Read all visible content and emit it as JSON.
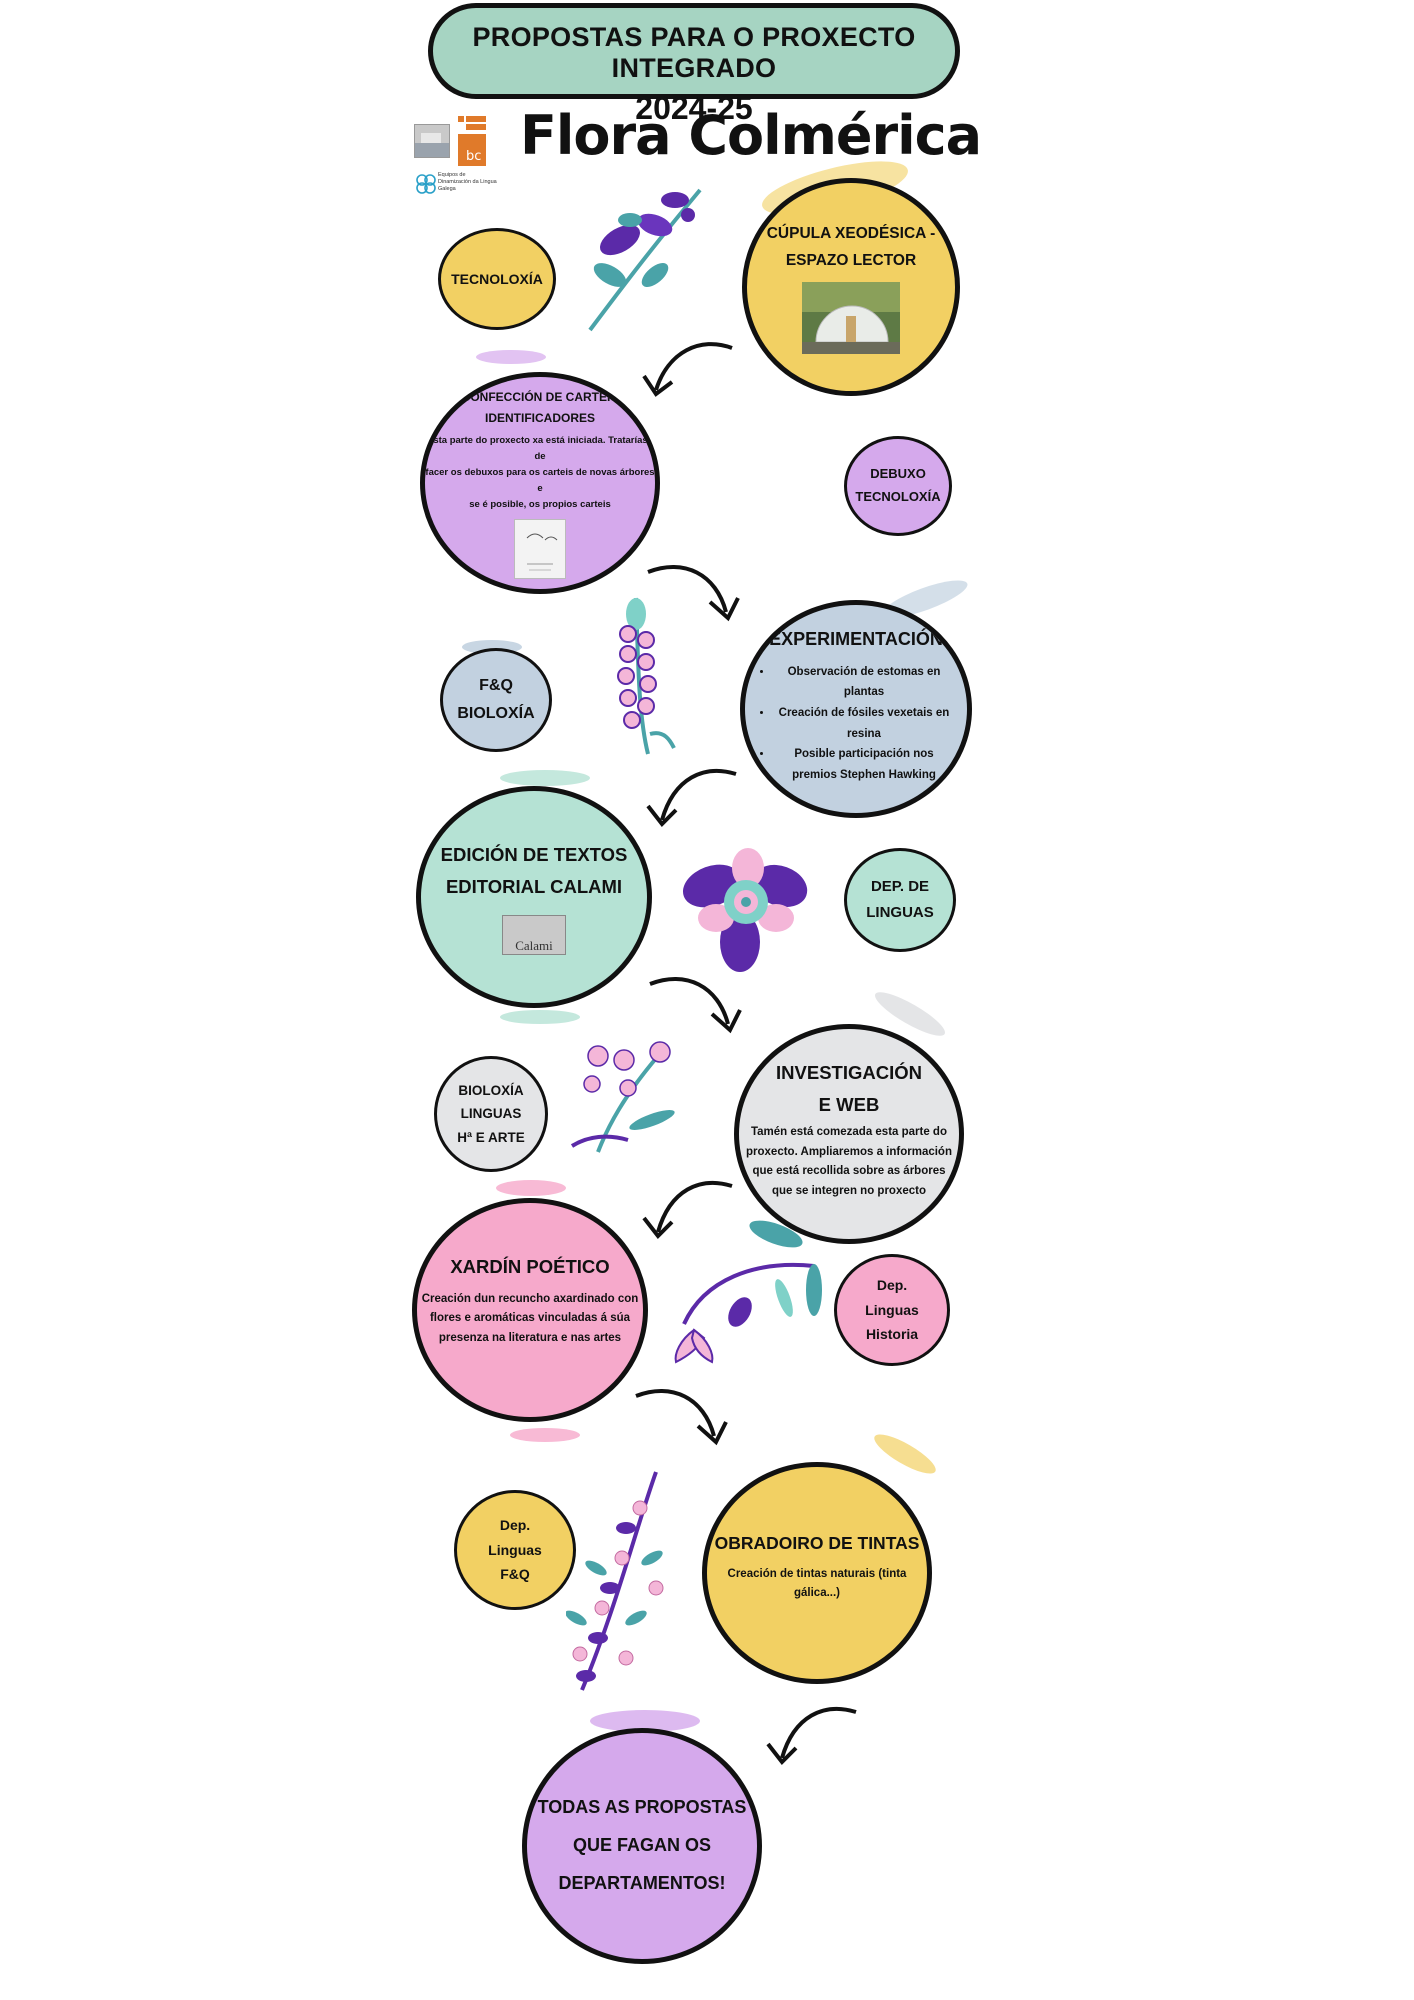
{
  "header": {
    "title_line1": "PROPOSTAS PARA O PROXECTO INTEGRADO",
    "title_line2": "2024-25",
    "project_name": "Flora Colmérica"
  },
  "logos": {
    "edlg_text": "Equipos de Dinamización da Lingua Galega",
    "bec_text": "bc"
  },
  "nodes": {
    "cupula": {
      "title_l1": "CÚPULA XEODÉSICA -",
      "title_l2": "ESPAZO LECTOR"
    },
    "tecnoloxia": {
      "label": "TECNOLOXÍA"
    },
    "carteis": {
      "title_l1": "CONFECCIÓN DE CARTEIS",
      "title_l2": "IDENTIFICADORES",
      "desc_l1": "Esta parte do proxecto xa está iniciada. Trataríase de",
      "desc_l2": "facer os debuxos para os carteis de novas árbores e",
      "desc_l3": "se é posible, os propios carteis"
    },
    "debuxo": {
      "l1": "DEBUXO",
      "l2": "TECNOLOXÍA"
    },
    "experimentacion": {
      "title": "EXPERIMENTACIÓN",
      "items": [
        "Observación de estomas en plantas",
        "Creación de fósiles vexetais  en resina",
        "Posible participación nos premios Stephen Hawking"
      ]
    },
    "fq_bio": {
      "l1": "F&Q",
      "l2": "BIOLOXÍA"
    },
    "edicion": {
      "title_l1": "EDICIÓN DE TEXTOS",
      "title_l2": "EDITORIAL CALAMI",
      "logo_text": "Calami"
    },
    "dep_linguas": {
      "l1": "DEP. DE",
      "l2": "LINGUAS"
    },
    "investigacion": {
      "title_l1": "INVESTIGACIÓN",
      "title_l2": "E WEB",
      "desc_l1": "Tamén está comezada esta parte do",
      "desc_l2": "proxecto. Ampliaremos a información",
      "desc_l3": "que está recollida sobre as árbores",
      "desc_l4": "que se integren no proxecto"
    },
    "bio_linguas_arte": {
      "l1": "BIOLOXÍA",
      "l2": "LINGUAS",
      "l3": "Hª E ARTE"
    },
    "xardin": {
      "title": "XARDÍN POÉTICO",
      "desc_l1": "Creación dun recuncho axardinado con",
      "desc_l2": "flores e aromáticas vinculadas á súa",
      "desc_l3": "presenza na literatura e nas artes"
    },
    "dep_linguas_historia": {
      "l1": "Dep.",
      "l2": "Linguas",
      "l3": "Historia"
    },
    "obradoiro": {
      "title": "OBRADOIRO DE TINTAS",
      "desc_l1": "Creación de tintas naturais (tinta",
      "desc_l2": "gálica...)"
    },
    "dep_linguas_fq": {
      "l1": "Dep.",
      "l2": "Linguas",
      "l3": "F&Q"
    },
    "todas": {
      "l1": "TODAS AS PROPOSTAS",
      "l2": "QUE FAGAN OS",
      "l3": "DEPARTAMENTOS!"
    }
  },
  "colors": {
    "title_pill": "#a6d4c2",
    "yellow": "#f2d063",
    "purple": "#d5a9ec",
    "blue": "#c2d1e0",
    "mint": "#b5e2d4",
    "grey": "#e4e5e7",
    "pink": "#f6a9cb",
    "flower_dark": "#5b2aa8",
    "flower_pink": "#f4b6d8",
    "leaf_teal": "#4aa3a8"
  }
}
